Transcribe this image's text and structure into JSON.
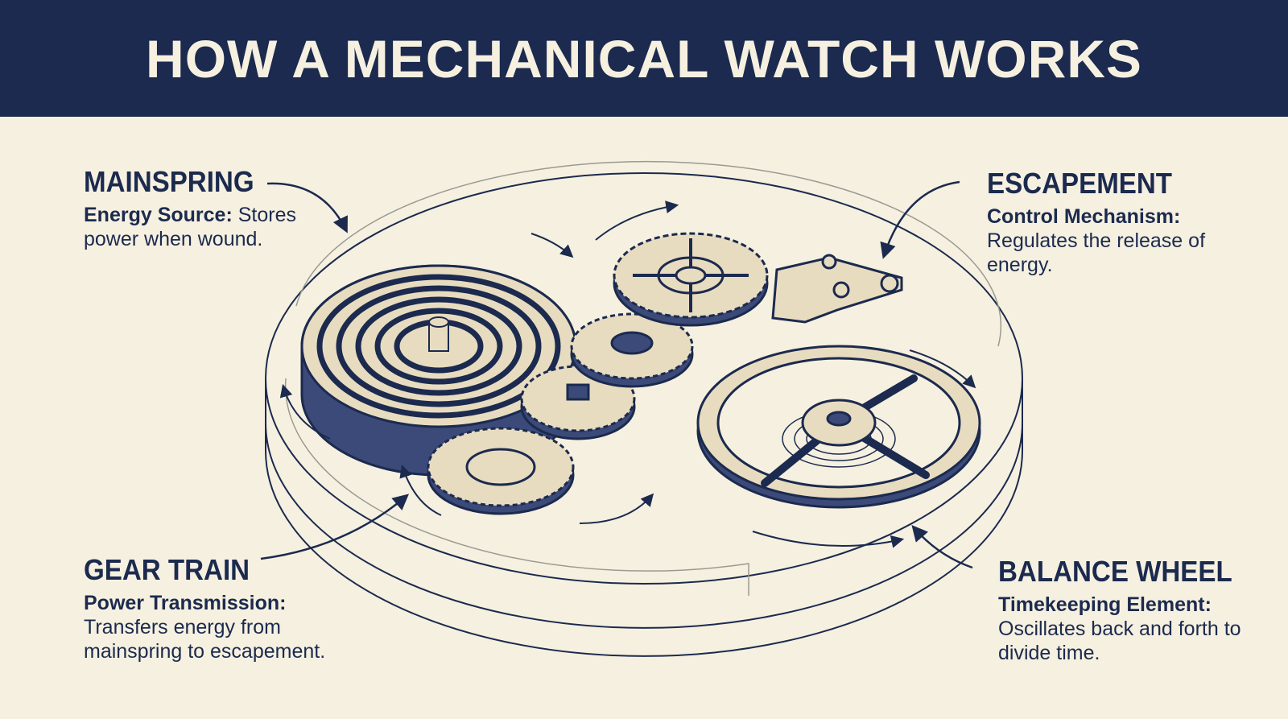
{
  "title": "HOW A MECHANICAL WATCH WORKS",
  "colors": {
    "navy": "#1b2a4e",
    "cream": "#f6f0e0",
    "brass": "#e8dcc0"
  },
  "components": {
    "mainspring": {
      "name": "MAINSPRING",
      "role": "Energy Source:",
      "text": " Stores power when wound."
    },
    "escapement": {
      "name": "ESCAPEMENT",
      "role": "Control Mechanism:",
      "text": "Regulates the release of energy."
    },
    "gear_train": {
      "name": "GEAR TRAIN",
      "role": "Power Transmission:",
      "text": "Transfers energy from mainspring to escapement."
    },
    "balance_wheel": {
      "name": "BALANCE WHEEL",
      "role": "Timekeeping Element:",
      "text": "Oscillates back and forth to divide time."
    }
  }
}
